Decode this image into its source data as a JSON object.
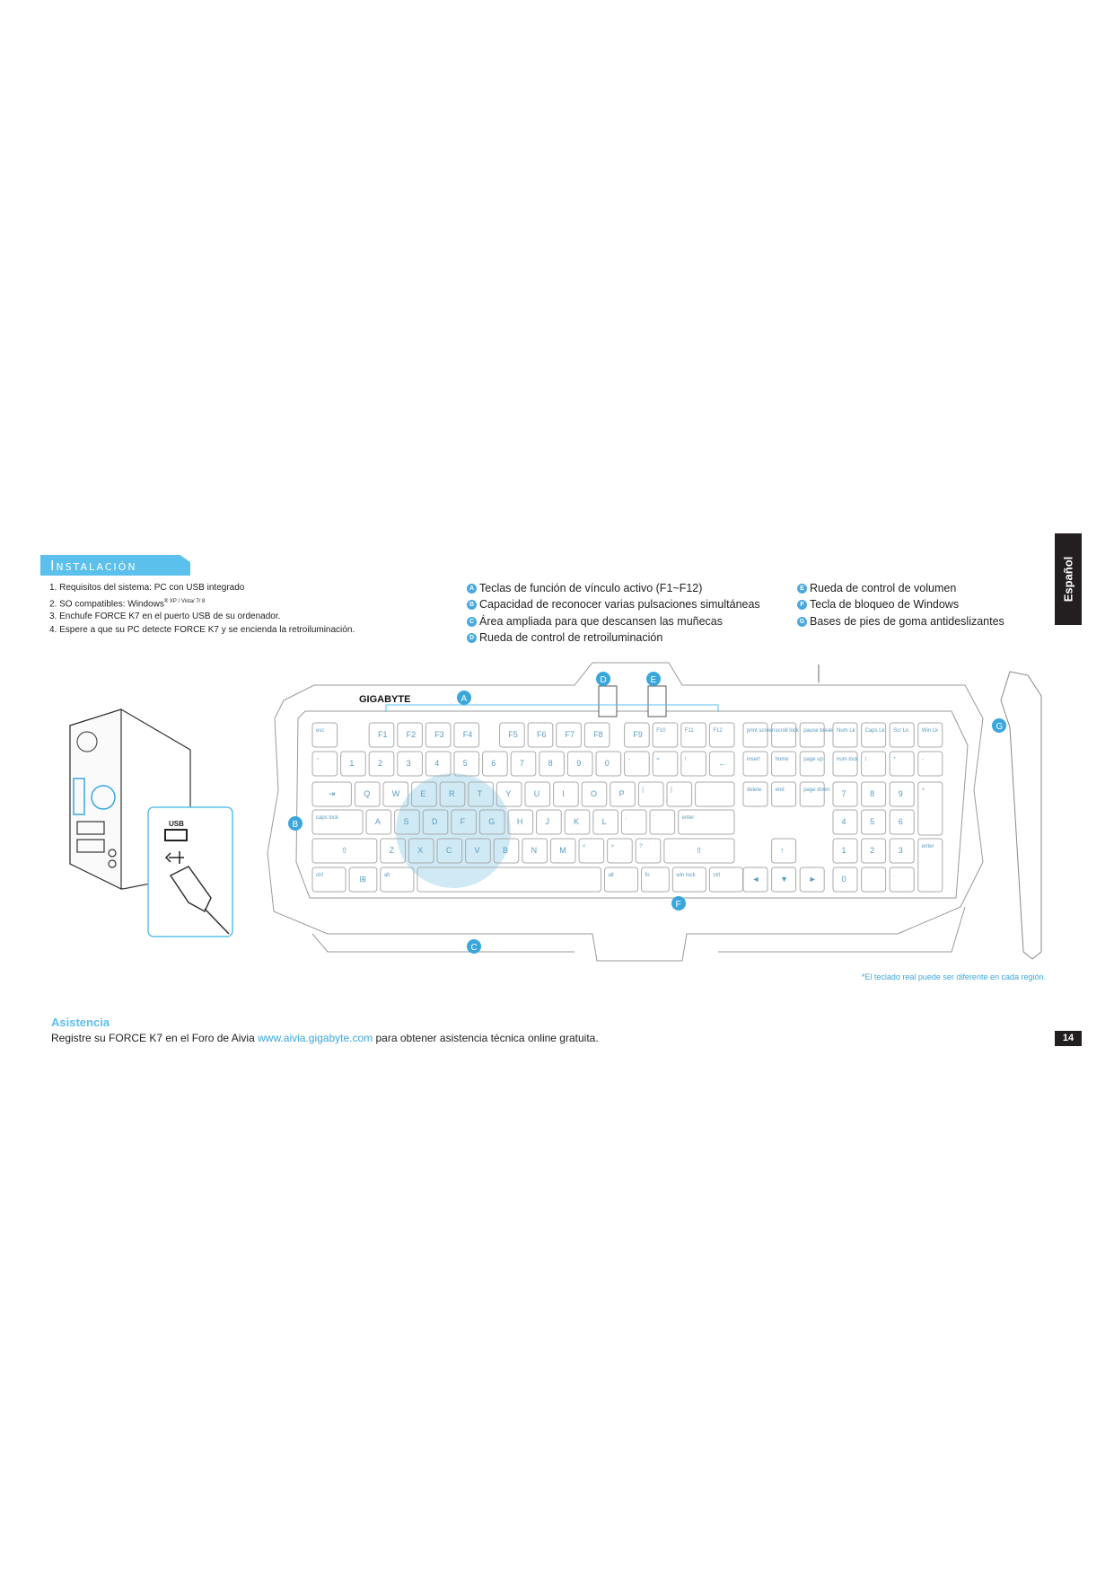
{
  "section_title": "Instalación",
  "steps": [
    "1. Requisitos del sistema: PC con USB integrado",
    "2. SO compatibles: Windows",
    "® XP / Vista/ 7/ 8",
    "3. Enchufe FORCE K7 en el puerto USB de su ordenador.",
    "4. Espere a que su PC detecte FORCE K7 y se encienda la retroiluminación."
  ],
  "features_col1": [
    {
      "letter": "A",
      "text": "Teclas de función de vínculo activo (F1~F12)"
    },
    {
      "letter": "B",
      "text": "Capacidad de reconocer varias pulsaciones simultáneas"
    },
    {
      "letter": "C",
      "text": "Área ampliada para que descansen las muñecas"
    },
    {
      "letter": "D",
      "text": "Rueda de control de retroiluminación"
    }
  ],
  "features_col2": [
    {
      "letter": "E",
      "text": "Rueda de control de volumen"
    },
    {
      "letter": "F",
      "text": "Tecla de bloqueo de Windows"
    },
    {
      "letter": "G",
      "text": "Bases de pies de goma antideslizantes"
    }
  ],
  "language_tab": "Español",
  "figure": {
    "brand": "GIGABYTE",
    "usb_label": "USB",
    "callouts": [
      "A",
      "B",
      "C",
      "D",
      "E",
      "F",
      "G"
    ],
    "rows": [
      [
        [
          "esc",
          1,
          0
        ],
        [
          "F1",
          1,
          1
        ],
        [
          "F2",
          1,
          0
        ],
        [
          "F3",
          1,
          0
        ],
        [
          "F4",
          1,
          0
        ],
        [
          "F5",
          1,
          0.6
        ],
        [
          "F6",
          1,
          0
        ],
        [
          "F7",
          1,
          0
        ],
        [
          "F8",
          1,
          0
        ],
        [
          "F9",
          1,
          0.4
        ],
        [
          "F10",
          1,
          0
        ],
        [
          "F11",
          1,
          0
        ],
        [
          "F12",
          1,
          0
        ]
      ],
      [
        [
          "~",
          1,
          0
        ],
        [
          "1",
          1,
          0
        ],
        [
          "2",
          1,
          0
        ],
        [
          "3",
          1,
          0
        ],
        [
          "4",
          1,
          0
        ],
        [
          "5",
          1,
          0
        ],
        [
          "6",
          1,
          0
        ],
        [
          "7",
          1,
          0
        ],
        [
          "8",
          1,
          0
        ],
        [
          "9",
          1,
          0
        ],
        [
          "0",
          1,
          0
        ],
        [
          "-",
          1,
          0
        ],
        [
          "=",
          1,
          0
        ],
        [
          "\\",
          1,
          0
        ],
        [
          "←",
          1,
          0
        ]
      ],
      [
        [
          "⇥",
          1.5,
          0
        ],
        [
          "Q",
          1,
          0
        ],
        [
          "W",
          1,
          0
        ],
        [
          "E",
          1,
          0
        ],
        [
          "R",
          1,
          0
        ],
        [
          "T",
          1,
          0
        ],
        [
          "Y",
          1,
          0
        ],
        [
          "U",
          1,
          0
        ],
        [
          "I",
          1,
          0
        ],
        [
          "O",
          1,
          0
        ],
        [
          "P",
          1,
          0
        ],
        [
          "[",
          1,
          0
        ],
        [
          "]",
          1,
          0
        ],
        [
          "",
          1.5,
          0
        ]
      ],
      [
        [
          "caps lock",
          1.9,
          0
        ],
        [
          "A",
          1,
          0
        ],
        [
          "S",
          1,
          0
        ],
        [
          "D",
          1,
          0
        ],
        [
          "F",
          1,
          0
        ],
        [
          "G",
          1,
          0
        ],
        [
          "H",
          1,
          0
        ],
        [
          "J",
          1,
          0
        ],
        [
          "K",
          1,
          0
        ],
        [
          "L",
          1,
          0
        ],
        [
          ";",
          1,
          0
        ],
        [
          "'",
          1,
          0
        ],
        [
          "enter",
          2.1,
          0
        ]
      ],
      [
        [
          "⇧",
          2.4,
          0
        ],
        [
          "Z",
          1,
          0
        ],
        [
          "X",
          1,
          0
        ],
        [
          "C",
          1,
          0
        ],
        [
          "V",
          1,
          0
        ],
        [
          "B",
          1,
          0
        ],
        [
          "N",
          1,
          0
        ],
        [
          "M",
          1,
          0
        ],
        [
          "<",
          1,
          0
        ],
        [
          ">",
          1,
          0
        ],
        [
          "?",
          1,
          0
        ],
        [
          "⇧",
          2.6,
          0
        ]
      ],
      [
        [
          "ctrl",
          1.3,
          0
        ],
        [
          "⊞",
          1.1,
          0
        ],
        [
          "alt",
          1.3,
          0
        ],
        [
          "",
          6.6,
          0
        ],
        [
          "alt",
          1.3,
          0
        ],
        [
          "fn",
          1.1,
          0
        ],
        [
          "win lock",
          1.3,
          0
        ],
        [
          "ctrl",
          1.3,
          0
        ]
      ]
    ],
    "nav": [
      [
        "print screen",
        "scroll lock",
        "pause break"
      ],
      [
        "insert",
        "home",
        "page up"
      ],
      [
        "delete",
        "end",
        "page down"
      ],
      [
        "",
        "",
        ""
      ],
      [
        "",
        "↑",
        ""
      ],
      [
        "◄",
        "▼",
        "►"
      ]
    ],
    "numpad": [
      [
        "Num Lk",
        "Caps Lk",
        "Scr Lk",
        "Win Lk"
      ],
      [
        "num lock",
        "/",
        "*",
        "-"
      ],
      [
        "7",
        "8",
        "9",
        "+"
      ],
      [
        "4",
        "5",
        "6",
        ""
      ],
      [
        "1",
        "2",
        "3",
        "enter"
      ],
      [
        "0",
        "",
        ".",
        ""
      ]
    ]
  },
  "disclaimer": "*El teclado real puede ser diferente en cada región.",
  "support": {
    "title": "Asistencia",
    "text_before": "Registre su FORCE K7 en el Foro de Aivia ",
    "link": "www.aivia.gigabyte.com",
    "text_after": " para obtener asistencia técnica online gratuita."
  },
  "page_number": "14",
  "colors": {
    "accent": "#5bc0eb",
    "callout": "#3aa7dc",
    "dark": "#231f20",
    "highlight": "#bfe3f2"
  }
}
